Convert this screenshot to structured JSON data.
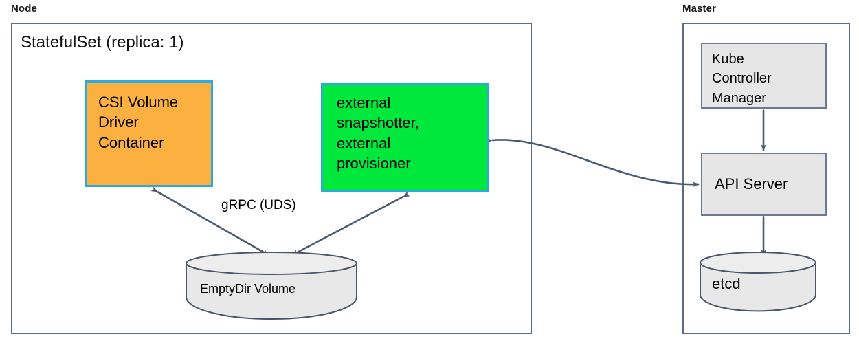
{
  "diagram": {
    "title_node": "Node",
    "title_master": "Master",
    "statefulset_label": "StatefulSet (replica: 1)",
    "boxes": {
      "csi_driver": {
        "label": "CSI Volume\nDriver\nContainer",
        "fill": "#FBB040",
        "stroke": "#29ABE2"
      },
      "external_sidecars": {
        "label": "external\nsnapshotter,\nexternal\nprovisioner",
        "fill": "#00E83C",
        "stroke": "#29ABE2"
      },
      "kube_controller_manager": {
        "label": "Kube\nController\nManager",
        "fill": "#E6E6E6",
        "stroke": "#6b7a92"
      },
      "api_server": {
        "label": "API Server",
        "fill": "#E6E6E6",
        "stroke": "#6b7a92"
      }
    },
    "cylinders": {
      "emptydir": {
        "label": "EmptyDir Volume",
        "fill": "#E8E8E8",
        "stroke": "#4a5568"
      },
      "etcd": {
        "label": "etcd",
        "fill": "#E8E8E8",
        "stroke": "#4a5568"
      }
    },
    "edges": {
      "grpc_label": "gRPC (UDS)",
      "arrow_color": "#4a5a72"
    }
  }
}
